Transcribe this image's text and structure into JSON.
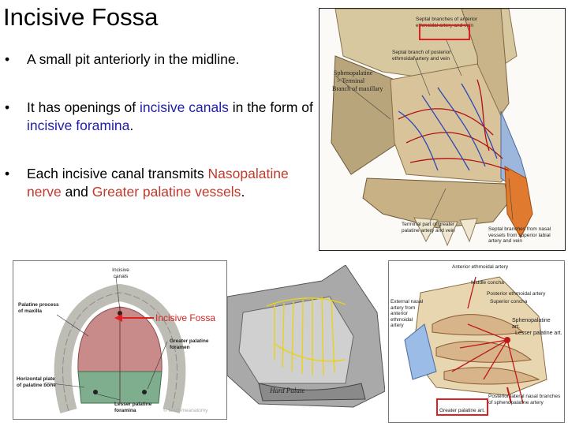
{
  "slide": {
    "title": "Incisive Fossa",
    "bullets": [
      {
        "parts": [
          {
            "text": "A small pit anteriorly in the midline.",
            "color": "#000000"
          }
        ]
      },
      {
        "parts": [
          {
            "text": "It has openings of ",
            "color": "#000000"
          },
          {
            "text": "incisive canals",
            "color": "#1f1fa8"
          },
          {
            "text": " in the form of ",
            "color": "#000000"
          },
          {
            "text": "incisive foramina",
            "color": "#1f1fa8"
          },
          {
            "text": ".",
            "color": "#000000"
          }
        ]
      },
      {
        "parts": [
          {
            "text": "Each incisive canal transmits ",
            "color": "#000000"
          },
          {
            "text": "Nasopalatine nerve",
            "color": "#c0392b"
          },
          {
            "text": " and ",
            "color": "#000000"
          },
          {
            "text": "Greater palatine vessels",
            "color": "#c0392b"
          },
          {
            "text": ".",
            "color": "#000000"
          }
        ]
      }
    ],
    "bullet_symbol": "•",
    "overlay_label": "Incisive Fossa"
  },
  "figures": {
    "nasal_septum": {
      "labels": {
        "septal_ethmoid": "Septal branches of anterior ethmoidal artery and vein",
        "septal_post_ethmoid": "Septal branch of posterior ethmoidal artery and vein",
        "sphenopalatine": "Sphenopalatine",
        "terminal": "> Terminal",
        "branch_maxillary": "Branch of maxillary",
        "terminal_part": "Terminal part of greater palatine artery and vein",
        "septal_nasal": "Septal branches from nasal vessels from superior labial artery and vein"
      }
    },
    "palate": {
      "labels": {
        "incisive_canals": "Incisive canals",
        "palatine_process": "Palatine process of maxilla",
        "greater_palatine": "Greater palatine foramen",
        "horizontal_plate": "Horizontal plate of palatine bone",
        "lesser_palatine": "Lesser palatine foramina",
        "watermark": "© teachmeanatomy"
      }
    },
    "nerves": {
      "labels": {
        "hard_palate": "Hard Palate"
      }
    },
    "lateral_wall": {
      "labels": {
        "anterior_ethmoidal": "Anterior ethmoidal artery",
        "middle_concha": "Middle concha",
        "posterior_ethmoidal": "Posterior ethmoidal artery",
        "superior_concha": "Superior concha",
        "external_nasal": "External nasal artery from anterior ethmoidal artery",
        "sphenopalatine": "Sphenopalatine art.",
        "lesser_palatine": "Lesser palatine art.",
        "posterior_lateral": "Posterior lateral nasal branches of sphenopalatine artery",
        "greater_palatine": "Greater palatine art."
      }
    }
  }
}
